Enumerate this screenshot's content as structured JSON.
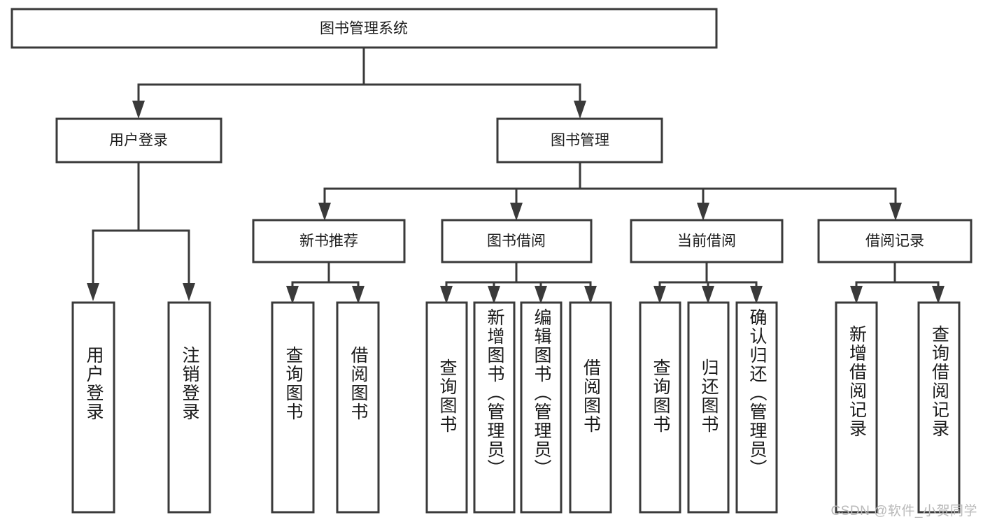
{
  "diagram": {
    "type": "tree-hierarchy-diagram",
    "title": "图书管理系统",
    "stroke_color": "#3a3a3a",
    "box_fill": "#ffffff",
    "text_color": "#1b1b1b",
    "background": "#ffffff",
    "watermark": "CSDN @软件_小贺同学",
    "levels": [
      {
        "level": 1,
        "nodes": [
          {
            "id": "root",
            "label": "图书管理系统",
            "orientation": "horizontal"
          }
        ]
      },
      {
        "level": 2,
        "nodes": [
          {
            "id": "user-login",
            "label": "用户登录",
            "orientation": "horizontal",
            "parent": "root"
          },
          {
            "id": "book-manage",
            "label": "图书管理",
            "orientation": "horizontal",
            "parent": "root"
          }
        ]
      },
      {
        "level": 3,
        "nodes": [
          {
            "id": "new-book-rec",
            "label": "新书推荐",
            "orientation": "horizontal",
            "parent": "book-manage"
          },
          {
            "id": "book-borrow",
            "label": "图书借阅",
            "orientation": "horizontal",
            "parent": "book-manage"
          },
          {
            "id": "current-borrow",
            "label": "当前借阅",
            "orientation": "horizontal",
            "parent": "book-manage"
          },
          {
            "id": "borrow-record",
            "label": "借阅记录",
            "orientation": "horizontal",
            "parent": "book-manage"
          }
        ]
      },
      {
        "level": 4,
        "nodes": [
          {
            "id": "leaf-user-login",
            "label": "用户登录",
            "orientation": "vertical",
            "parent": "user-login"
          },
          {
            "id": "leaf-logout-login",
            "label": "注销登录",
            "orientation": "vertical",
            "parent": "user-login"
          },
          {
            "id": "leaf-query-book-1",
            "label": "查询图书",
            "orientation": "vertical",
            "parent": "new-book-rec"
          },
          {
            "id": "leaf-borrow-book-1",
            "label": "借阅图书",
            "orientation": "vertical",
            "parent": "new-book-rec"
          },
          {
            "id": "leaf-query-book-2",
            "label": "查询图书",
            "orientation": "vertical",
            "parent": "book-borrow"
          },
          {
            "id": "leaf-add-book",
            "label": "新增图书（管理员）",
            "orientation": "vertical",
            "parent": "book-borrow"
          },
          {
            "id": "leaf-edit-book",
            "label": "编辑图书（管理员）",
            "orientation": "vertical",
            "parent": "book-borrow"
          },
          {
            "id": "leaf-borrow-book-2",
            "label": "借阅图书",
            "orientation": "vertical",
            "parent": "book-borrow"
          },
          {
            "id": "leaf-query-book-3",
            "label": "查询图书",
            "orientation": "vertical",
            "parent": "current-borrow"
          },
          {
            "id": "leaf-return-book",
            "label": "归还图书",
            "orientation": "vertical",
            "parent": "current-borrow"
          },
          {
            "id": "leaf-confirm-return",
            "label": "确认归还（管理员）",
            "orientation": "vertical",
            "parent": "current-borrow"
          },
          {
            "id": "leaf-add-record",
            "label": "新增借阅记录",
            "orientation": "vertical",
            "parent": "borrow-record"
          },
          {
            "id": "leaf-query-record",
            "label": "查询借阅记录",
            "orientation": "vertical",
            "parent": "borrow-record"
          }
        ]
      }
    ],
    "labels": {
      "root": "图书管理系统",
      "user_login": "用户登录",
      "book_manage": "图书管理",
      "new_book_rec": "新书推荐",
      "book_borrow": "图书借阅",
      "current_borrow": "当前借阅",
      "borrow_record": "借阅记录",
      "leaf_user_login": "用户登录",
      "leaf_logout_login": "注销登录",
      "leaf_query_book_1": "查询图书",
      "leaf_borrow_book_1": "借阅图书",
      "leaf_query_book_2": "查询图书",
      "leaf_add_book": "新增图书（管理员）",
      "leaf_edit_book": "编辑图书（管理员）",
      "leaf_borrow_book_2": "借阅图书",
      "leaf_query_book_3": "查询图书",
      "leaf_return_book": "归还图书",
      "leaf_confirm_return": "确认归还（管理员）",
      "leaf_add_record": "新增借阅记录",
      "leaf_query_record": "查询借阅记录"
    }
  }
}
